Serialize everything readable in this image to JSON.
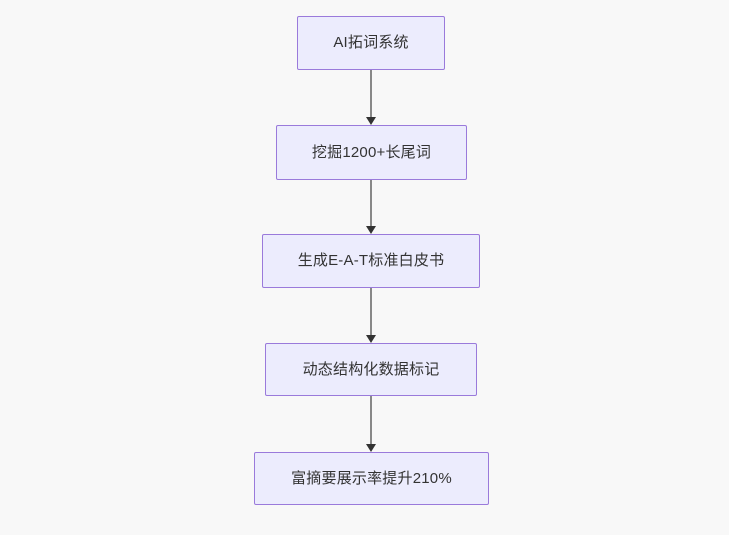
{
  "diagram": {
    "type": "flowchart",
    "orientation": "top-to-bottom",
    "background_color": "#f8f8f8",
    "node_fill_color": "#ececfd",
    "node_border_color": "#9a7adb",
    "node_text_color": "#333333",
    "edge_line_color": "#888888",
    "edge_arrow_color": "#333333",
    "nodes": [
      {
        "id": "n1",
        "label": "AI拓词系统"
      },
      {
        "id": "n2",
        "label": "挖掘1200+长尾词"
      },
      {
        "id": "n3",
        "label": "生成E-A-T标准白皮书"
      },
      {
        "id": "n4",
        "label": "动态结构化数据标记"
      },
      {
        "id": "n5",
        "label": "富摘要展示率提升210%"
      }
    ],
    "edges": [
      {
        "from": "n1",
        "to": "n2",
        "marker": "arrowhead-down-icon"
      },
      {
        "from": "n2",
        "to": "n3",
        "marker": "arrowhead-down-icon"
      },
      {
        "from": "n3",
        "to": "n4",
        "marker": "arrowhead-down-icon"
      },
      {
        "from": "n4",
        "to": "n5",
        "marker": "arrowhead-down-icon"
      }
    ]
  }
}
